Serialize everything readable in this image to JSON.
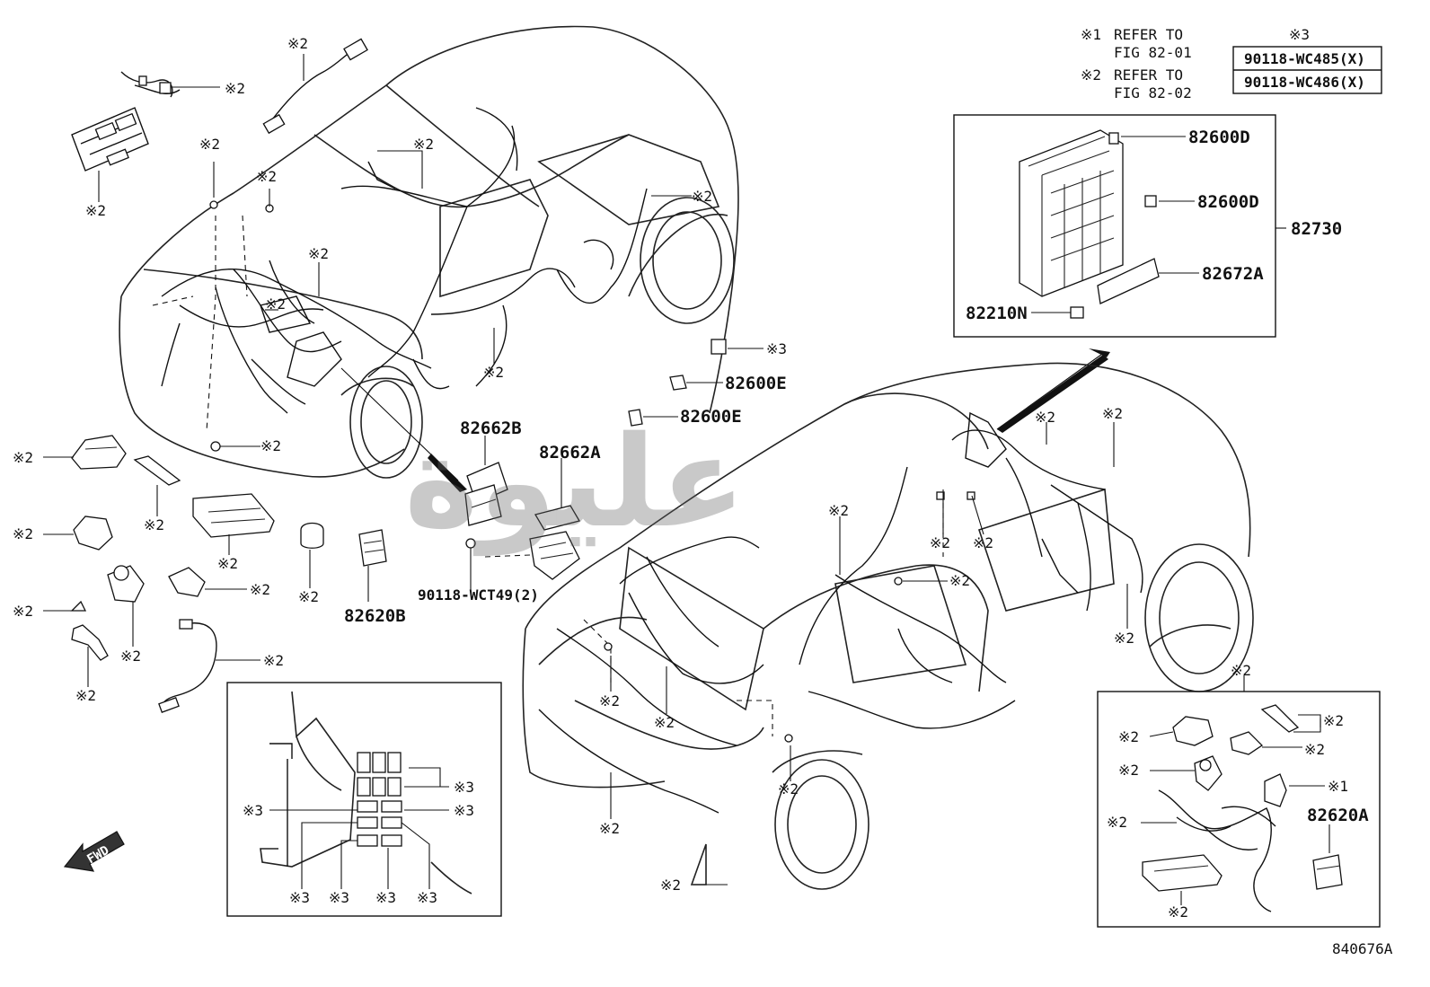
{
  "notes": [
    {
      "mark": "※1",
      "line1": "REFER TO",
      "line2": "FIG 82-01"
    },
    {
      "mark": "※2",
      "line1": "REFER TO",
      "line2": "FIG 82-02"
    }
  ],
  "note3": {
    "mark": "※3",
    "parts": [
      "90118-WC485(X)",
      "90118-WC486(X)"
    ]
  },
  "callouts": {
    "n2": "※2",
    "n3": "※3",
    "n1": "※1"
  },
  "parts": {
    "p82600D": "82600D",
    "p82730": "82730",
    "p82672A": "82672A",
    "p82210N": "82210N",
    "p82600E": "82600E",
    "p82662B": "82662B",
    "p82662A": "82662A",
    "p82620B": "82620B",
    "p90118": "90118-WCT49(2)",
    "p82620A": "82620A"
  },
  "fwd": "FWD",
  "drawing_id": "840676A",
  "watermark": "عليوة"
}
